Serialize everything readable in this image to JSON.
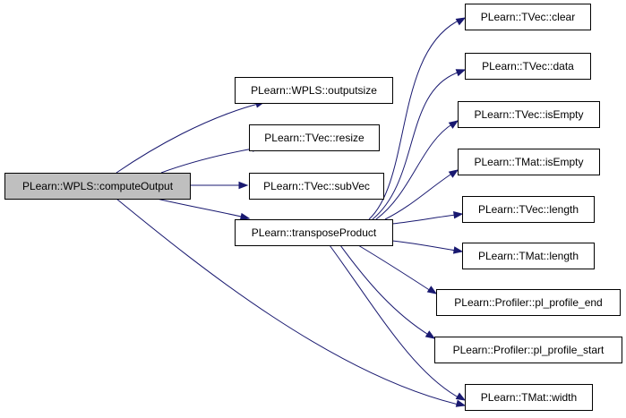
{
  "diagram": {
    "type": "call-graph",
    "nodes": [
      {
        "id": "computeOutput",
        "label": "PLearn::WPLS::computeOutput",
        "root": true
      },
      {
        "id": "outputsize",
        "label": "PLearn::WPLS::outputsize"
      },
      {
        "id": "resize",
        "label": "PLearn::TVec::resize"
      },
      {
        "id": "subVec",
        "label": "PLearn::TVec::subVec"
      },
      {
        "id": "transposeProduct",
        "label": "PLearn::transposeProduct"
      },
      {
        "id": "clear",
        "label": "PLearn::TVec::clear"
      },
      {
        "id": "data",
        "label": "PLearn::TVec::data"
      },
      {
        "id": "tvec_isEmpty",
        "label": "PLearn::TVec::isEmpty"
      },
      {
        "id": "tmat_isEmpty",
        "label": "PLearn::TMat::isEmpty"
      },
      {
        "id": "tvec_length",
        "label": "PLearn::TVec::length"
      },
      {
        "id": "tmat_length",
        "label": "PLearn::TMat::length"
      },
      {
        "id": "pl_profile_end",
        "label": "PLearn::Profiler::pl_profile_end"
      },
      {
        "id": "pl_profile_start",
        "label": "PLearn::Profiler::pl_profile_start"
      },
      {
        "id": "width",
        "label": "PLearn::TMat::width"
      }
    ],
    "edges": [
      {
        "from": "computeOutput",
        "to": "outputsize"
      },
      {
        "from": "computeOutput",
        "to": "resize"
      },
      {
        "from": "computeOutput",
        "to": "subVec"
      },
      {
        "from": "computeOutput",
        "to": "transposeProduct"
      },
      {
        "from": "computeOutput",
        "to": "width"
      },
      {
        "from": "transposeProduct",
        "to": "clear"
      },
      {
        "from": "transposeProduct",
        "to": "data"
      },
      {
        "from": "transposeProduct",
        "to": "tvec_isEmpty"
      },
      {
        "from": "transposeProduct",
        "to": "tmat_isEmpty"
      },
      {
        "from": "transposeProduct",
        "to": "tvec_length"
      },
      {
        "from": "transposeProduct",
        "to": "tmat_length"
      },
      {
        "from": "transposeProduct",
        "to": "pl_profile_end"
      },
      {
        "from": "transposeProduct",
        "to": "pl_profile_start"
      },
      {
        "from": "transposeProduct",
        "to": "width"
      }
    ],
    "colors": {
      "edge": "#191970",
      "root_fill": "#bfbfbf",
      "node_fill": "#ffffff",
      "node_stroke": "#000000"
    }
  }
}
